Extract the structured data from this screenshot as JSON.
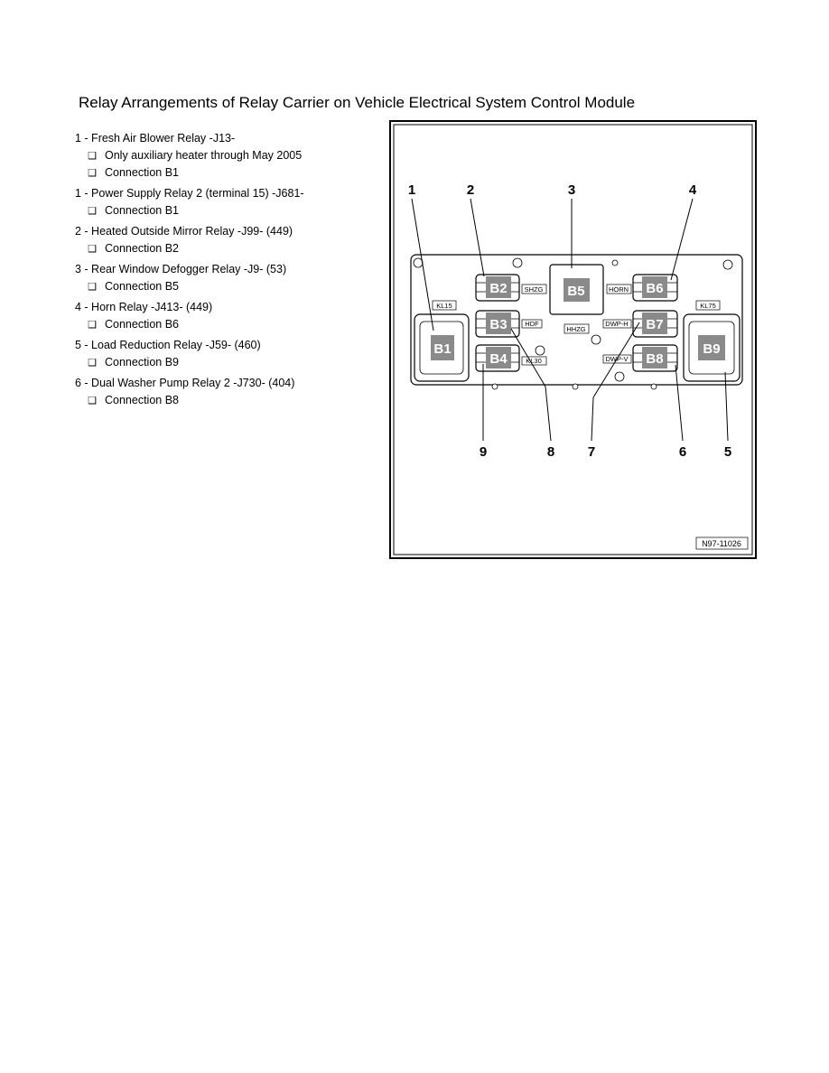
{
  "title": "Relay Arrangements of Relay Carrier on Vehicle Electrical System Control Module",
  "entries": [
    {
      "heading": "1 - Fresh Air Blower Relay -J13-",
      "items": [
        "Only auxiliary heater through May 2005",
        "Connection B1"
      ]
    },
    {
      "heading": "1 - Power Supply Relay 2 (terminal 15) -J681-",
      "items": [
        "Connection B1"
      ]
    },
    {
      "heading": "2 - Heated Outside Mirror Relay -J99- (449)",
      "items": [
        "Connection B2"
      ]
    },
    {
      "heading": "3 - Rear Window Defogger Relay -J9- (53)",
      "items": [
        "Connection B5"
      ]
    },
    {
      "heading": "4 - Horn Relay -J413- (449)",
      "items": [
        "Connection B6"
      ]
    },
    {
      "heading": "5 - Load Reduction Relay -J59- (460)",
      "items": [
        "Connection B9"
      ]
    },
    {
      "heading": "6 - Dual Washer Pump Relay 2 -J730- (404)",
      "items": [
        "Connection B8"
      ]
    }
  ],
  "bullet_glyph": "❑",
  "figure": {
    "callouts": {
      "n1": "1",
      "n2": "2",
      "n3": "3",
      "n4": "4",
      "n5": "5",
      "n6": "6",
      "n7": "7",
      "n8": "8",
      "n9": "9"
    },
    "relays": {
      "b1": "B1",
      "b2": "B2",
      "b3": "B3",
      "b4": "B4",
      "b5": "B5",
      "b6": "B6",
      "b7": "B7",
      "b8": "B8",
      "b9": "B9"
    },
    "tags": {
      "kl15": "KL15",
      "kl75": "KL75",
      "shzg": "SHZG",
      "horn": "HORN",
      "hdf": "HDF",
      "hhzg": "HHZG",
      "dwph": "DWP-H",
      "kl30": "KL30",
      "dwpv": "DWP-V"
    },
    "figure_id": "N97-11026"
  },
  "colors": {
    "relay_fill": "#8a8a8a",
    "relay_text": "#ffffff",
    "line": "#000000"
  }
}
